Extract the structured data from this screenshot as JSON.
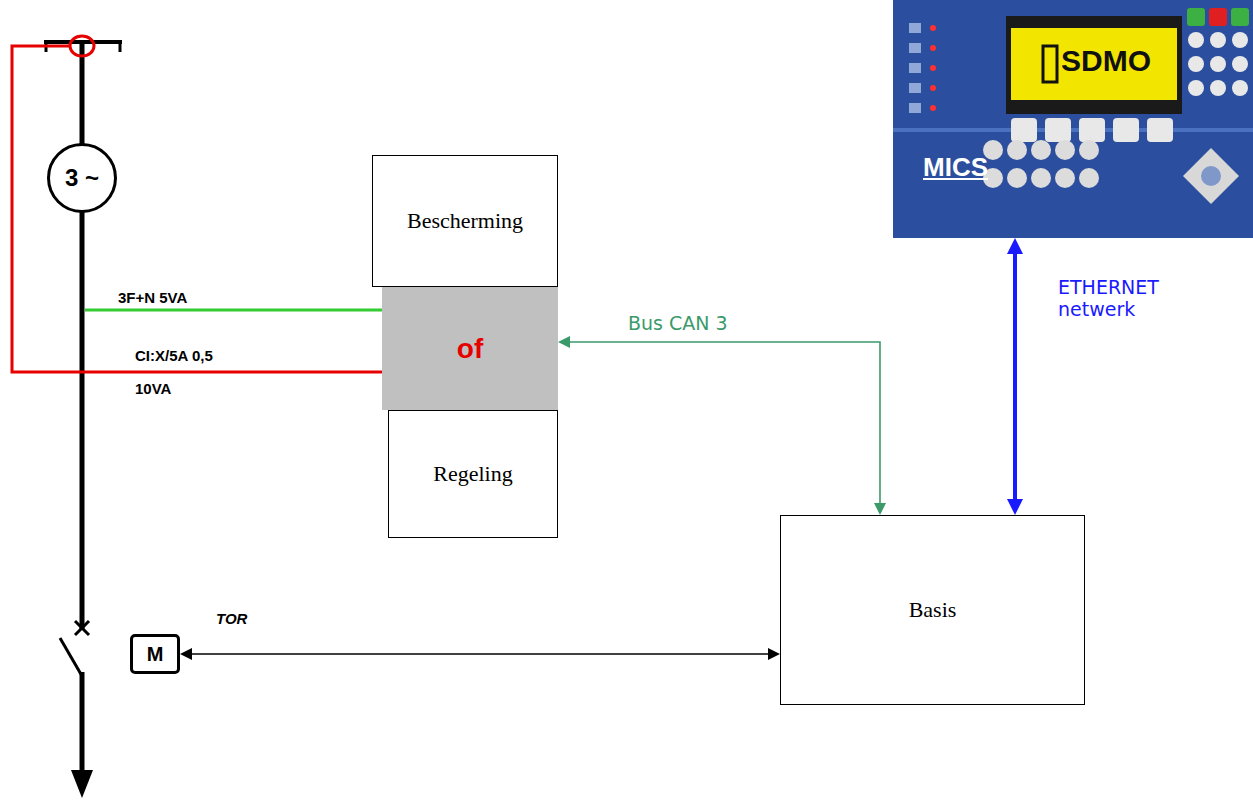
{
  "diagram": {
    "nodes": [
      {
        "text": [
          "3 ~"
        ]
      },
      {
        "text": [
          "Bescherming"
        ]
      },
      {
        "text": [
          "of"
        ]
      },
      {
        "text": [
          "Regeling"
        ]
      },
      {
        "text": [
          "SDMO",
          "MICS"
        ]
      },
      {
        "text": [
          "M"
        ]
      },
      {
        "text": [
          "Basis"
        ]
      }
    ],
    "edges": [
      {
        "from": 6,
        "to": 2,
        "arrow": "both",
        "label": "Bus CAN 3"
      },
      {
        "from": 4,
        "to": 6,
        "arrow": "both",
        "label": "ETHERNET netwerk"
      },
      {
        "from": 5,
        "to": 6,
        "arrow": "both",
        "label": "TOR"
      }
    ],
    "labels": [
      "3F+N 5VA",
      "CI:X/5A 0,5",
      "10VA"
    ]
  }
}
